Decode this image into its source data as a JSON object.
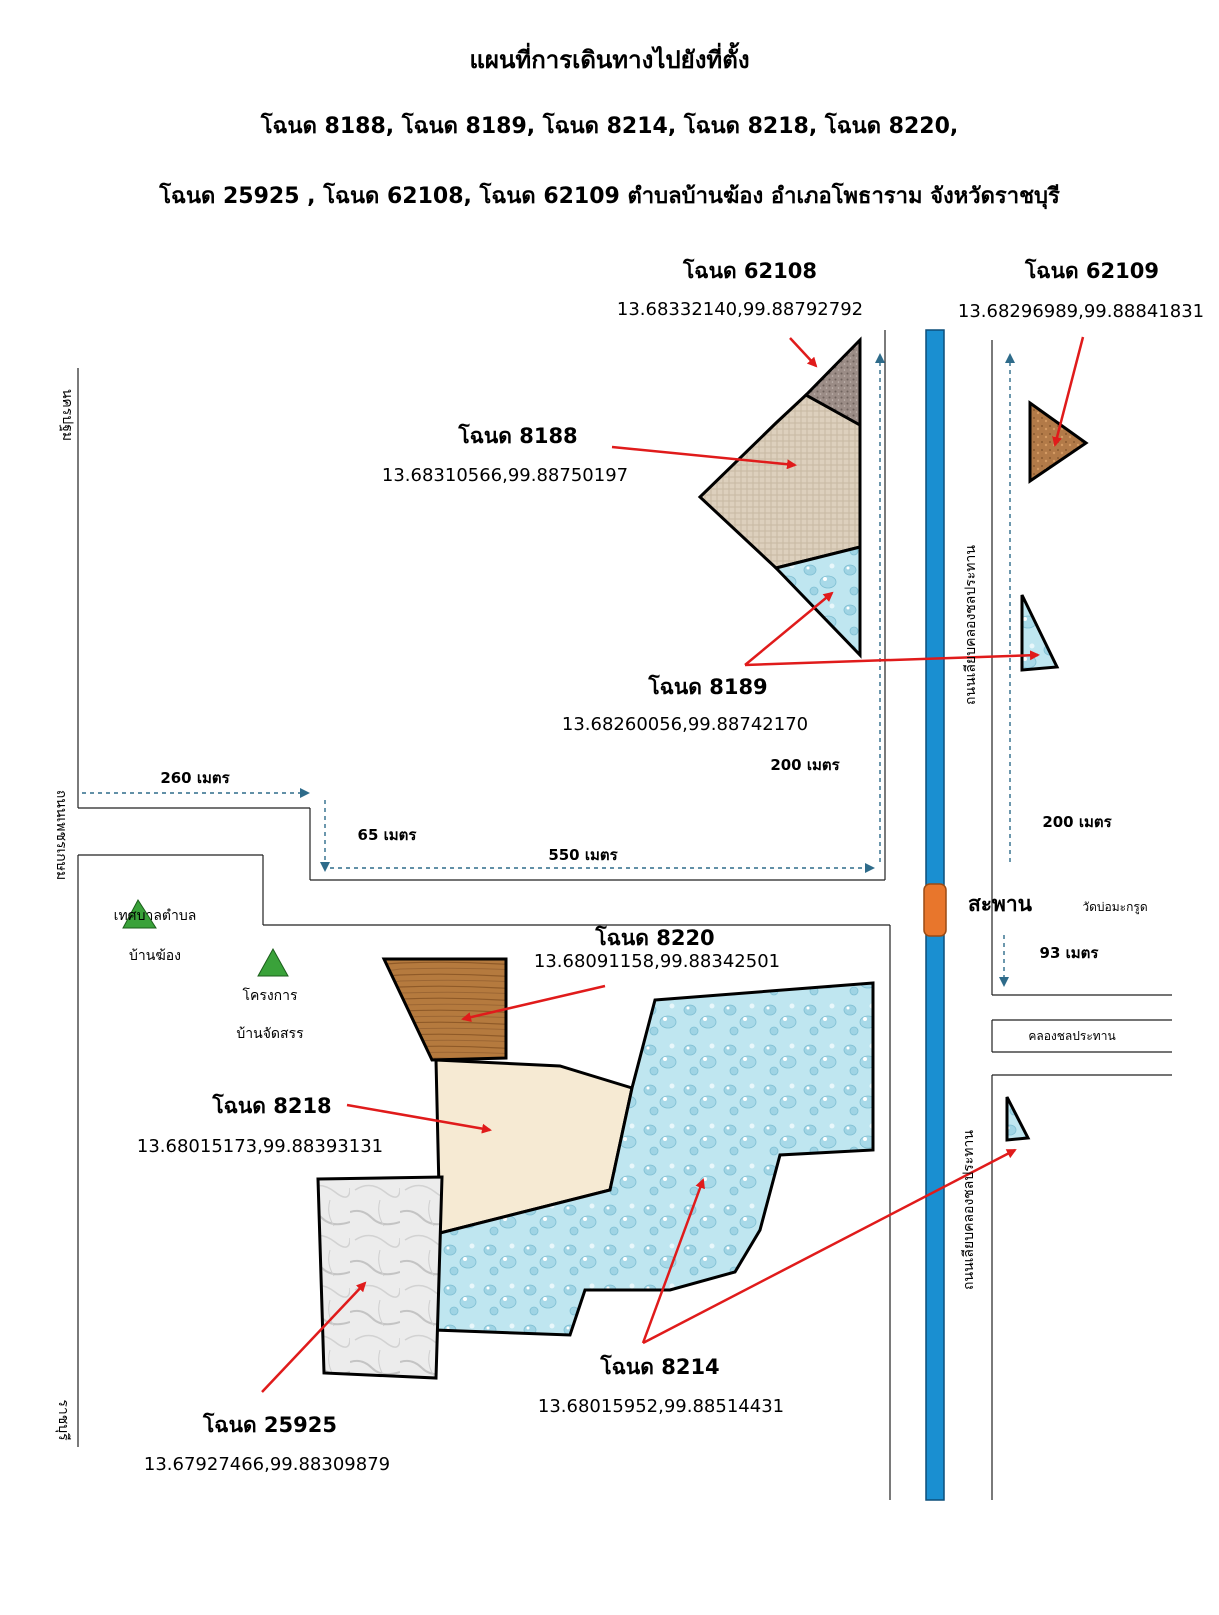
{
  "header": {
    "title": "แผนที่การเดินทางไปยังที่ตั้ง",
    "line2": "โฉนด 8188, โฉนด 8189, โฉนด 8214, โฉนด 8218, โฉนด 8220,",
    "line3": "โฉนด 25925 , โฉนด 62108, โฉนด 62109 ตำบลบ้านฆ้อง อำเภอโพธาราม จังหวัดราชบุรี"
  },
  "parcels": [
    {
      "id": "62108",
      "label": "โฉนด 62108",
      "coords": "13.68332140,99.88792792"
    },
    {
      "id": "62109",
      "label": "โฉนด 62109",
      "coords": "13.68296989,99.88841831"
    },
    {
      "id": "8188",
      "label": "โฉนด 8188",
      "coords": "13.68310566,99.88750197"
    },
    {
      "id": "8189",
      "label": "โฉนด 8189",
      "coords": "13.68260056,99.88742170"
    },
    {
      "id": "8220",
      "label": "โฉนด 8220",
      "coords": "13.68091158,99.88342501"
    },
    {
      "id": "8218",
      "label": "โฉนด 8218",
      "coords": "13.68015173,99.88393131"
    },
    {
      "id": "8214",
      "label": "โฉนด 8214",
      "coords": "13.68015952,99.88514431"
    },
    {
      "id": "25925",
      "label": "โฉนด 25925",
      "coords": "13.67927466,99.88309879"
    }
  ],
  "roads": {
    "left_top": "นครปฐม",
    "left_mid": "ถนนเพชรเกษม",
    "left_bottom": "ราชบุรี",
    "canal_road_upper": "ถนนเลียบคลองชลประทาน",
    "canal_road_lower": "ถนนเลียบคลองชลประทาน",
    "canal_label": "คลองชลประทาน"
  },
  "distances": {
    "d260": "260 เมตร",
    "d65": "65 เมตร",
    "d550": "550 เมตร",
    "d200a": "200 เมตร",
    "d200b": "200 เมตร",
    "d93": "93 เมตร"
  },
  "landmarks": {
    "bridge": "สะพาน",
    "temple": "วัดบ่อมะกรูด",
    "municipality_1": "เทศบาลตำบล",
    "municipality_2": "บ้านฆ้อง",
    "project_1": "โครงการ",
    "project_2": "บ้านจัดสรร"
  },
  "colors": {
    "canal": "#1a8fd1",
    "bridge": "#e8762c",
    "marker": "#3aa23a",
    "arrow": "#e01b1b",
    "dash": "#2e6b8a"
  }
}
